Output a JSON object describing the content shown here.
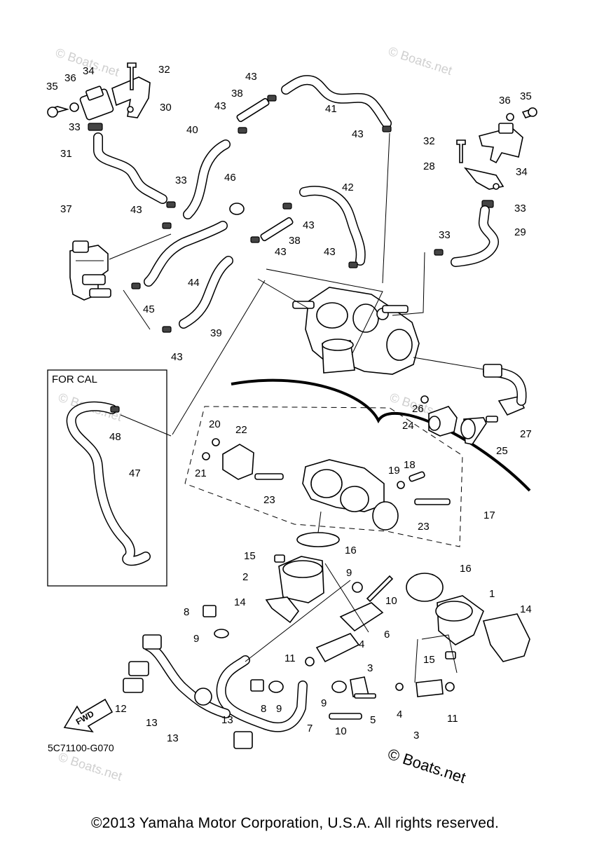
{
  "diagram": {
    "callouts": [
      {
        "id": "32a",
        "text": "32"
      },
      {
        "id": "36a",
        "text": "36"
      },
      {
        "id": "34a",
        "text": "34"
      },
      {
        "id": "35a",
        "text": "35"
      },
      {
        "id": "30",
        "text": "30"
      },
      {
        "id": "33a",
        "text": "33"
      },
      {
        "id": "31",
        "text": "31"
      },
      {
        "id": "40",
        "text": "40"
      },
      {
        "id": "43a",
        "text": "43"
      },
      {
        "id": "38a",
        "text": "38"
      },
      {
        "id": "43b",
        "text": "43"
      },
      {
        "id": "41",
        "text": "41"
      },
      {
        "id": "43c",
        "text": "43"
      },
      {
        "id": "36b",
        "text": "36"
      },
      {
        "id": "35b",
        "text": "35"
      },
      {
        "id": "32b",
        "text": "32"
      },
      {
        "id": "28",
        "text": "28"
      },
      {
        "id": "34b",
        "text": "34"
      },
      {
        "id": "33b",
        "text": "33"
      },
      {
        "id": "46",
        "text": "46"
      },
      {
        "id": "42",
        "text": "42"
      },
      {
        "id": "37",
        "text": "37"
      },
      {
        "id": "43d",
        "text": "43"
      },
      {
        "id": "43e",
        "text": "43"
      },
      {
        "id": "33c",
        "text": "33"
      },
      {
        "id": "33d",
        "text": "33"
      },
      {
        "id": "29",
        "text": "29"
      },
      {
        "id": "38b",
        "text": "38"
      },
      {
        "id": "43f",
        "text": "43"
      },
      {
        "id": "43g",
        "text": "43"
      },
      {
        "id": "44",
        "text": "44"
      },
      {
        "id": "45",
        "text": "45"
      },
      {
        "id": "39",
        "text": "39"
      },
      {
        "id": "43h",
        "text": "43"
      },
      {
        "id": "48",
        "text": "48"
      },
      {
        "id": "47",
        "text": "47"
      },
      {
        "id": "26",
        "text": "26"
      },
      {
        "id": "24",
        "text": "24"
      },
      {
        "id": "27",
        "text": "27"
      },
      {
        "id": "25",
        "text": "25"
      },
      {
        "id": "20",
        "text": "20"
      },
      {
        "id": "22",
        "text": "22"
      },
      {
        "id": "21",
        "text": "21"
      },
      {
        "id": "23a",
        "text": "23"
      },
      {
        "id": "19",
        "text": "19"
      },
      {
        "id": "18",
        "text": "18"
      },
      {
        "id": "17",
        "text": "17"
      },
      {
        "id": "23b",
        "text": "23"
      },
      {
        "id": "16a",
        "text": "16"
      },
      {
        "id": "15a",
        "text": "15"
      },
      {
        "id": "2",
        "text": "2"
      },
      {
        "id": "14a",
        "text": "14"
      },
      {
        "id": "9a",
        "text": "9"
      },
      {
        "id": "10a",
        "text": "10"
      },
      {
        "id": "16b",
        "text": "16"
      },
      {
        "id": "1",
        "text": "1"
      },
      {
        "id": "14b",
        "text": "14"
      },
      {
        "id": "8a",
        "text": "8"
      },
      {
        "id": "6",
        "text": "6"
      },
      {
        "id": "9b",
        "text": "9"
      },
      {
        "id": "4a",
        "text": "4"
      },
      {
        "id": "15b",
        "text": "15"
      },
      {
        "id": "11a",
        "text": "11"
      },
      {
        "id": "3a",
        "text": "3"
      },
      {
        "id": "12",
        "text": "12"
      },
      {
        "id": "13a",
        "text": "13"
      },
      {
        "id": "13b",
        "text": "13"
      },
      {
        "id": "13c",
        "text": "13"
      },
      {
        "id": "8b",
        "text": "8"
      },
      {
        "id": "9c",
        "text": "9"
      },
      {
        "id": "9d",
        "text": "9"
      },
      {
        "id": "5",
        "text": "5"
      },
      {
        "id": "4b",
        "text": "4"
      },
      {
        "id": "11b",
        "text": "11"
      },
      {
        "id": "7",
        "text": "7"
      },
      {
        "id": "10b",
        "text": "10"
      },
      {
        "id": "3b",
        "text": "3"
      }
    ],
    "for_cal_label": "FOR CAL",
    "fwd_label": "FWD",
    "diagram_code": "5C71100-G070",
    "watermark": "© Boats.net"
  },
  "footer": {
    "copyright": "©2013 Yamaha Motor Corporation, U.S.A. All rights reserved."
  }
}
